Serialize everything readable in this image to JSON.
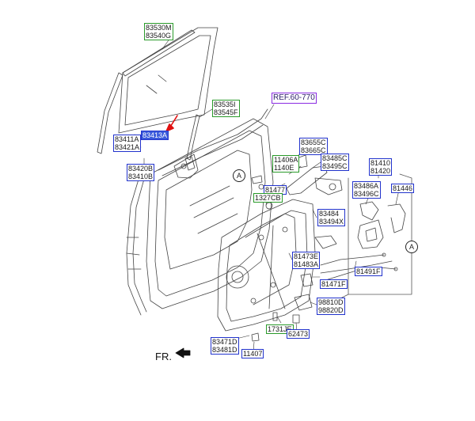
{
  "diagram": {
    "ref_label": "REF.60-770",
    "direction_label": "FR.",
    "detail_marker": "A",
    "labels": [
      {
        "id": "glass",
        "lines": [
          "83530M",
          "83540G"
        ],
        "style": "green"
      },
      {
        "id": "channel",
        "lines": [
          "83535I",
          "83545F"
        ],
        "style": "green"
      },
      {
        "id": "run",
        "lines": [
          "83411A",
          "83421A"
        ],
        "style": "blue"
      },
      {
        "id": "sash",
        "lines": [
          "83413A"
        ],
        "style": "highlight"
      },
      {
        "id": "weatherstrip",
        "lines": [
          "83420B",
          "83410B"
        ],
        "style": "blue"
      },
      {
        "id": "checker",
        "lines": [
          "11406A",
          "1140E"
        ],
        "style": "green"
      },
      {
        "id": "outside-handle",
        "lines": [
          "83655C",
          "83665C"
        ],
        "style": "blue"
      },
      {
        "id": "handle-base",
        "lines": [
          "83485C",
          "83495C"
        ],
        "style": "blue"
      },
      {
        "id": "latch-assy",
        "lines": [
          "81410",
          "81420"
        ],
        "style": "blue"
      },
      {
        "id": "clip",
        "lines": [
          "81477"
        ],
        "style": "blue"
      },
      {
        "id": "grommet",
        "lines": [
          "1327CB"
        ],
        "style": "green"
      },
      {
        "id": "cover",
        "lines": [
          "83486A",
          "83496C"
        ],
        "style": "blue"
      },
      {
        "id": "rod",
        "lines": [
          "81446"
        ],
        "style": "blue"
      },
      {
        "id": "bracket",
        "lines": [
          "83484",
          "83494X"
        ],
        "style": "blue"
      },
      {
        "id": "link",
        "lines": [
          "81473E",
          "81483A"
        ],
        "style": "blue"
      },
      {
        "id": "cable",
        "lines": [
          "81491F"
        ],
        "style": "blue"
      },
      {
        "id": "cable2",
        "lines": [
          "81471F"
        ],
        "style": "blue"
      },
      {
        "id": "motor",
        "lines": [
          "98810D",
          "98820D"
        ],
        "style": "blue"
      },
      {
        "id": "bolt",
        "lines": [
          "1731JE"
        ],
        "style": "green"
      },
      {
        "id": "screw",
        "lines": [
          "62473"
        ],
        "style": "blue"
      },
      {
        "id": "regulator",
        "lines": [
          "83471D",
          "83481D"
        ],
        "style": "blue"
      },
      {
        "id": "nut",
        "lines": [
          "11407"
        ],
        "style": "blue"
      }
    ]
  }
}
